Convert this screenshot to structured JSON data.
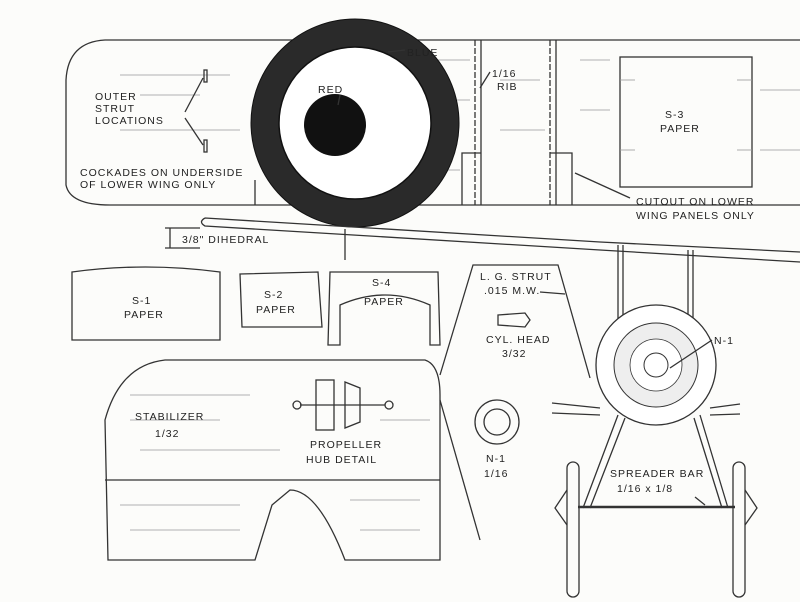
{
  "title": "Model airplane plan sheet",
  "colors": {
    "ink": "#333333",
    "paper": "#fcfcfa",
    "cockade_outer": "#1a1a1a",
    "cockade_center": "#111111"
  },
  "labels": {
    "blue": "BLUE",
    "red": "RED",
    "rib": [
      "1/16",
      "RIB"
    ],
    "outer_strut": [
      "OUTER",
      "STRUT",
      "LOCATIONS"
    ],
    "cockades": [
      "COCKADES ON UNDERSIDE",
      "OF LOWER WING ONLY"
    ],
    "s3": [
      "S-3",
      "PAPER"
    ],
    "cutout": [
      "CUTOUT ON LOWER",
      "WING PANELS ONLY"
    ],
    "dihedral": "3/8\" DIHEDRAL",
    "s1": [
      "S-1",
      "PAPER"
    ],
    "s2": [
      "S-2",
      "PAPER"
    ],
    "s4": [
      "S-4",
      "PAPER"
    ],
    "lg_strut": [
      "L. G. STRUT",
      ".015 M.W."
    ],
    "cyl_head": [
      "CYL. HEAD",
      "3/32"
    ],
    "n1_front": "N-1",
    "stabilizer": [
      "STABILIZER",
      "1/32"
    ],
    "propeller": [
      "PROPELLER",
      "HUB DETAIL"
    ],
    "n1_part": [
      "N-1",
      "1/16"
    ],
    "spreader": [
      "SPREADER BAR",
      "1/16 x 1/8"
    ]
  }
}
